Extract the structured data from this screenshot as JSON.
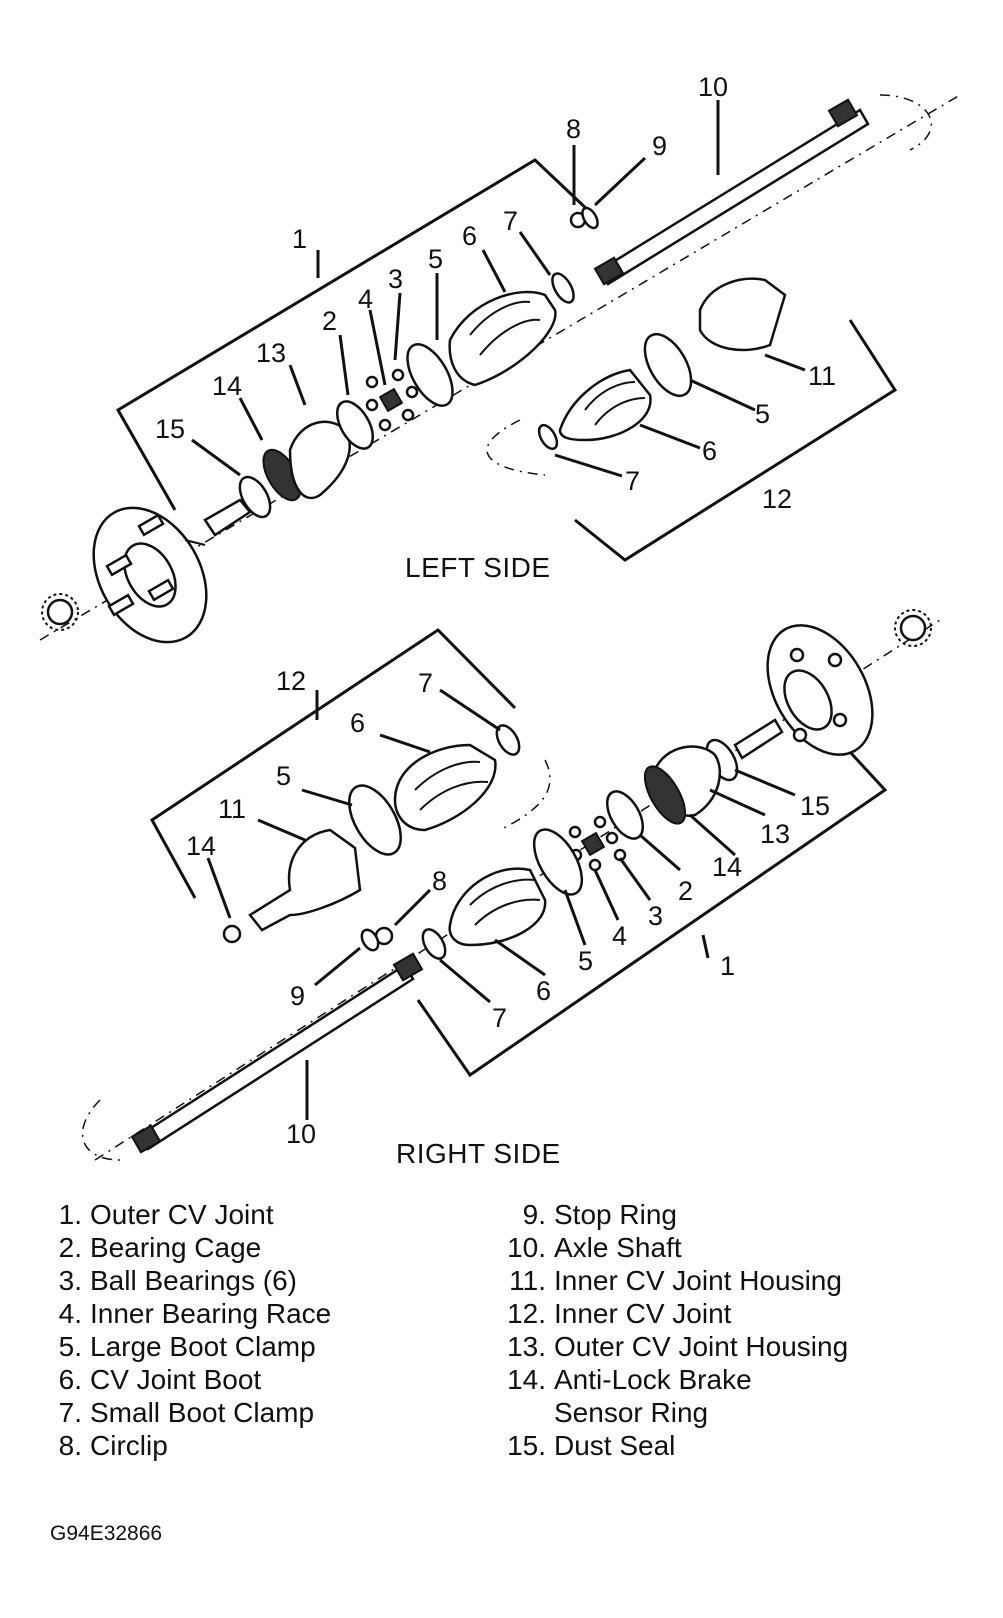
{
  "sections": {
    "left_title": "LEFT SIDE",
    "right_title": "RIGHT SIDE"
  },
  "callouts": {
    "left": [
      "1",
      "2",
      "3",
      "4",
      "5",
      "6",
      "7",
      "8",
      "9",
      "10",
      "11",
      "12",
      "13",
      "14",
      "15",
      "5",
      "6",
      "7"
    ],
    "right": [
      "12",
      "7",
      "6",
      "5",
      "11",
      "14",
      "8",
      "9",
      "7",
      "6",
      "5",
      "4",
      "3",
      "2",
      "14",
      "13",
      "15",
      "1",
      "10"
    ]
  },
  "legend_left": [
    {
      "num": "1.",
      "label": "Outer CV Joint"
    },
    {
      "num": "2.",
      "label": "Bearing Cage"
    },
    {
      "num": "3.",
      "label": "Ball Bearings (6)"
    },
    {
      "num": "4.",
      "label": "Inner Bearing Race"
    },
    {
      "num": "5.",
      "label": "Large Boot Clamp"
    },
    {
      "num": "6.",
      "label": "CV Joint Boot"
    },
    {
      "num": "7.",
      "label": "Small Boot Clamp"
    },
    {
      "num": "8.",
      "label": "Circlip"
    }
  ],
  "legend_right": [
    {
      "num": "9.",
      "label": "Stop Ring"
    },
    {
      "num": "10.",
      "label": "Axle Shaft"
    },
    {
      "num": "11.",
      "label": "Inner CV Joint Housing"
    },
    {
      "num": "12.",
      "label": "Inner CV Joint"
    },
    {
      "num": "13.",
      "label": "Outer CV Joint Housing"
    },
    {
      "num": "14.",
      "label": "Anti-Lock Brake",
      "cont": "Sensor Ring"
    },
    {
      "num": "15.",
      "label": "Dust Seal"
    }
  ],
  "figure_code": "G94E32866"
}
